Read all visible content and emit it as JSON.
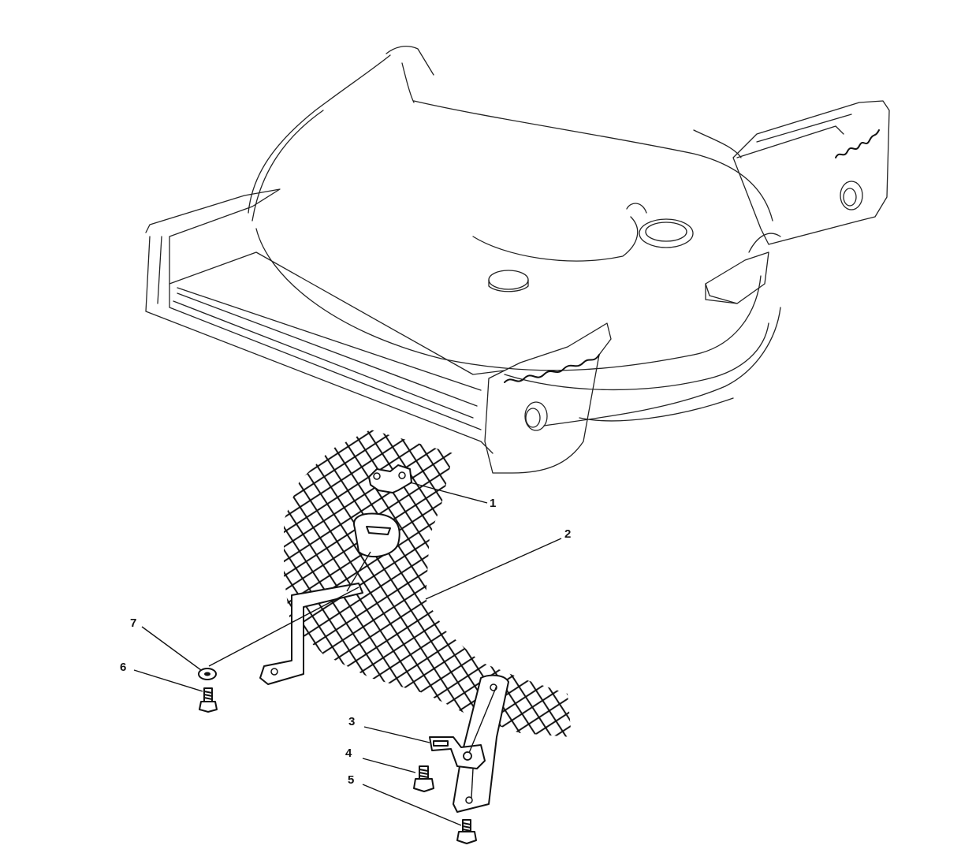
{
  "callouts": [
    {
      "id": "1",
      "label": "1"
    },
    {
      "id": "2",
      "label": "2"
    },
    {
      "id": "3",
      "label": "3"
    },
    {
      "id": "4",
      "label": "4"
    },
    {
      "id": "5",
      "label": "5"
    },
    {
      "id": "6",
      "label": "6"
    },
    {
      "id": "7",
      "label": "7"
    }
  ],
  "icons": {
    "deck": "mower-deck-housing-icon",
    "screen": "leaf-shield-mesh-icon",
    "bracket": "bracket-icon",
    "bolt": "screw-icon",
    "washer": "washer-icon"
  },
  "colors": {
    "line": "#111111",
    "background": "#ffffff"
  }
}
